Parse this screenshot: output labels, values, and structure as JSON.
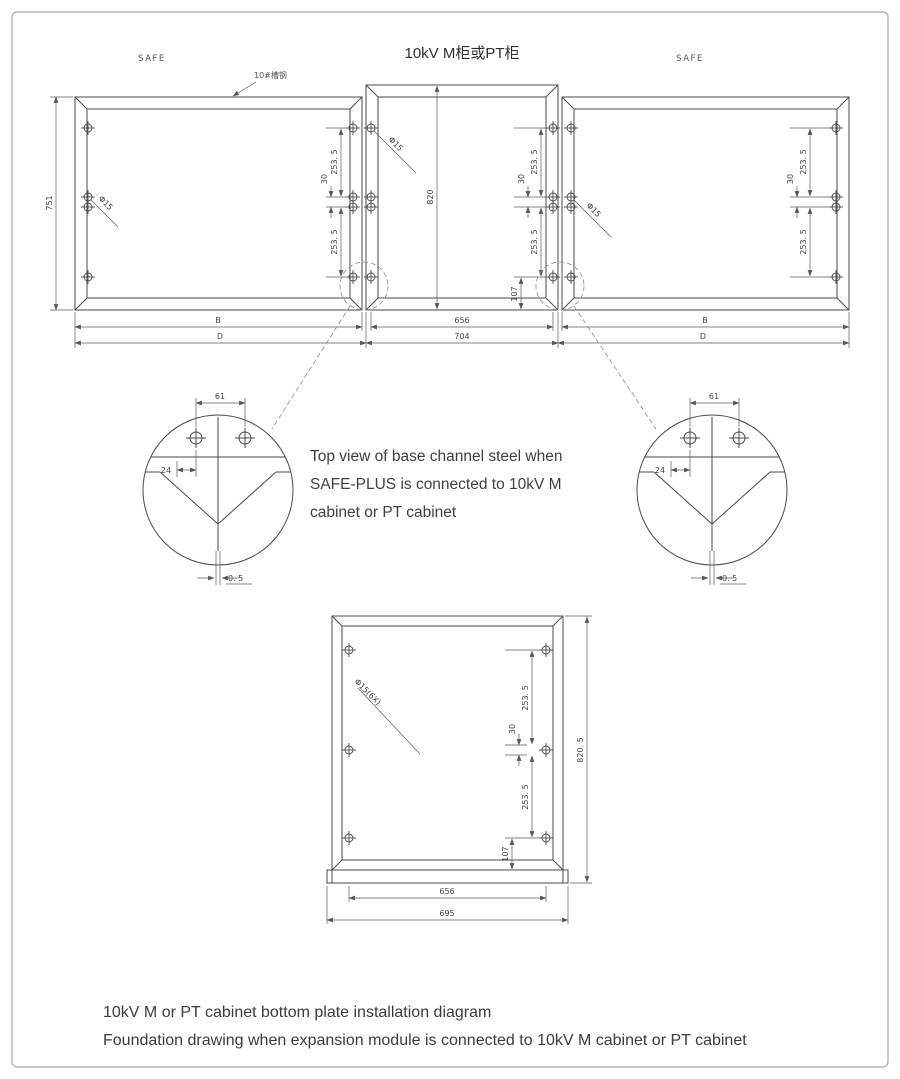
{
  "header": {
    "title": "10kV M柜或PT柜",
    "safe_left": "SAFE",
    "safe_right": "SAFE",
    "channel_note": "10#槽钢"
  },
  "labels": {
    "phi15": "Φ15",
    "phi15_6x": "Φ15(6X)"
  },
  "dims": {
    "d751": "751",
    "d820": "820",
    "d253_5": "253. 5",
    "d30": "30",
    "d107": "107",
    "dB": "B",
    "dD": "D",
    "d656": "656",
    "d704": "704",
    "d61": "61",
    "d24": "24",
    "d0_5": "0. 5",
    "d820_5": "820. 5",
    "d695": "695"
  },
  "note": {
    "line1": "Top view of base channel steel when",
    "line2": "SAFE-PLUS is connected to 10kV M",
    "line3": "cabinet or PT cabinet"
  },
  "captions": {
    "line1": "10kV M or PT cabinet bottom plate installation diagram",
    "line2": "Foundation drawing when expansion module is connected to 10kV M cabinet or PT cabinet"
  }
}
